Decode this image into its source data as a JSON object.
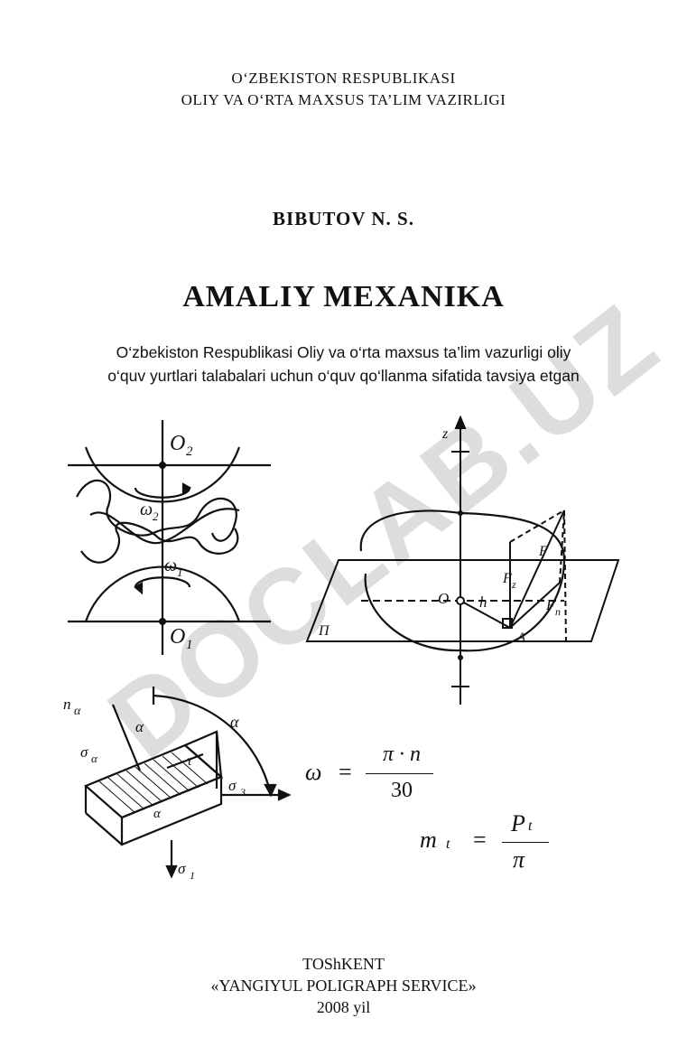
{
  "header": {
    "ministry_line1": "O‘ZBEKISTON RESPUBLIKASI",
    "ministry_line2": "OLIY VA O‘RTA MAXSUS TA’LIM VAZIRLIGI"
  },
  "author": "BIBUTOV N. S.",
  "title": "AMALIY MEXANIKA",
  "subtitle_line1": "O‘zbekiston Respublikasi Oliy va o‘rta maxsus ta’lim vazurligi oliy",
  "subtitle_line2": "o‘quv yurtlari talabalari uchun o‘quv qo‘llanma sifatida tavsiya etgan",
  "watermark": "DOCLAB.UZ",
  "figures": {
    "gear_labels": {
      "o2": "O",
      "o2_sub": "2",
      "o1": "O",
      "o1_sub": "1",
      "w2": "ω",
      "w2_sub": "2",
      "w1": "ω",
      "w1_sub": "1"
    },
    "body_labels": {
      "z": "z",
      "o": "O",
      "h": "h",
      "a": "A",
      "f": "F",
      "fz": "F",
      "fz_sub": "z",
      "fn": "F",
      "fn_sub": "n",
      "pi": "П"
    },
    "prism_labels": {
      "n": "n",
      "n_sub": "α",
      "alpha1": "α",
      "alpha2": "α",
      "sigma_a": "σ",
      "sigma_a_sub": "α",
      "tau": "τ",
      "alpha3": "α",
      "sigma3": "σ",
      "sigma3_sub": "3",
      "sigma1": "σ",
      "sigma1_sub": "1"
    }
  },
  "formulas": {
    "omega": "ω",
    "equals": "=",
    "numerator": "π · n",
    "denominator": "30",
    "m": "m",
    "m_sub": "t",
    "p": "P",
    "p_sub": "t",
    "pi": "π"
  },
  "footer": {
    "city": "TOShKENT",
    "publisher": "«YANGIYUL POLIGRAPH SERVICE»",
    "year": "2008 yil"
  }
}
